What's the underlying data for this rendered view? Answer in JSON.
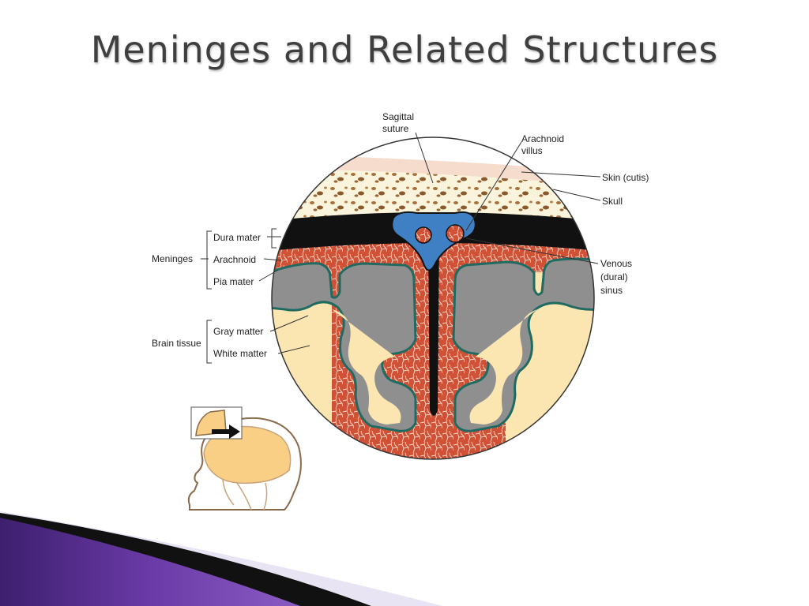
{
  "slide": {
    "title": "Meninges and Related Structures"
  },
  "labels": {
    "sagittal_suture_1": "Sagittal",
    "sagittal_suture_2": "suture",
    "arachnoid_villus_1": "Arachnoid",
    "arachnoid_villus_2": "villus",
    "skin": "Skin (cutis)",
    "skull": "Skull",
    "venous_1": "Venous",
    "venous_2": "(dural)",
    "venous_3": "sinus",
    "meninges": "Meninges",
    "dura_mater": "Dura mater",
    "arachnoid": "Arachnoid",
    "pia_mater": "Pia mater",
    "brain_tissue": "Brain tissue",
    "gray_matter": "Gray matter",
    "white_matter": "White matter"
  },
  "colors": {
    "skin": "#f6dccd",
    "skull": "#fbf4dc",
    "dura": "#111111",
    "sinus": "#3f7fc4",
    "arachnoid_space": "#c84a32",
    "gray_matter": "#8f8f8f",
    "white_matter": "#fbe6b2",
    "pia": "#1f6b62",
    "accent": "#5b2a86"
  }
}
